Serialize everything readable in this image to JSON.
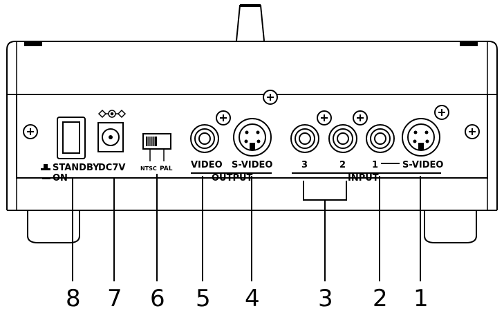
{
  "panel_labels": {
    "standby": "STANDBY",
    "on": "ON",
    "dc": "DC7V",
    "ntsc": "NTSC",
    "pal": "PAL",
    "video": "VIDEO",
    "output_svideo": "S-VIDEO",
    "output": "OUTPUT",
    "input_3": "3",
    "input_2": "2",
    "input_1": "1",
    "input_svideo": "S-VIDEO",
    "input": "INPUT"
  },
  "callouts": [
    "8",
    "7",
    "6",
    "5",
    "4",
    "3",
    "2",
    "1"
  ],
  "icons": {
    "power_switch": "rocker-switch-icon",
    "dc_jack": "dc-jack-icon",
    "polarity": "dc-polarity-icon",
    "format_switch": "slide-switch-icon",
    "rca": "rca-jack-icon",
    "svideo": "svideo-jack-icon",
    "screw": "screw-icon"
  }
}
